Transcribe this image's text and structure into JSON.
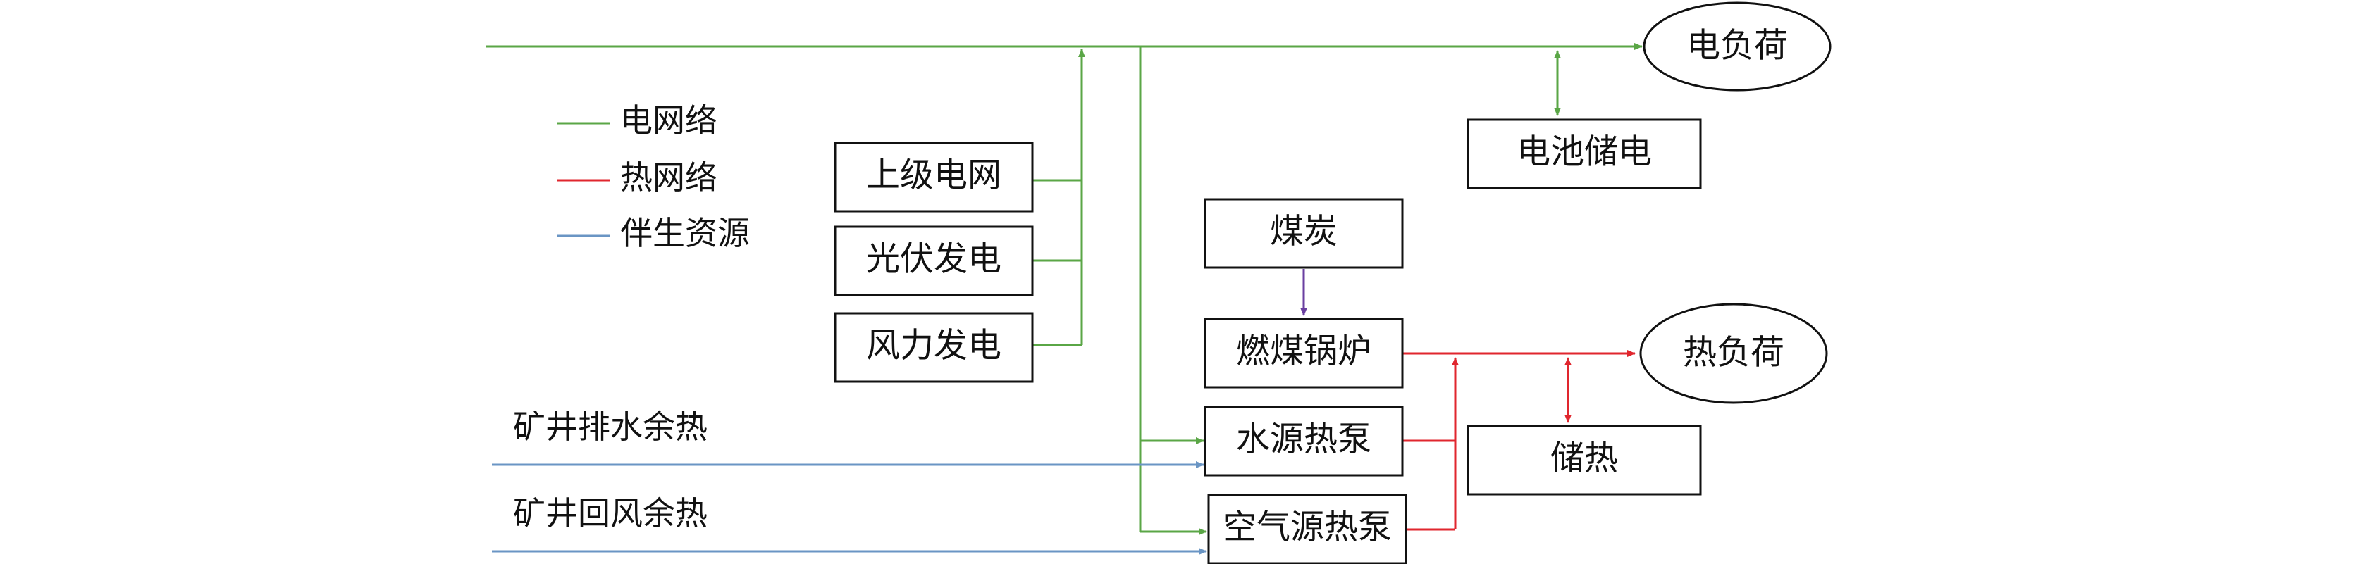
{
  "colors": {
    "electric": "#5aa646",
    "heat": "#e0262e",
    "resource": "#6a95c4",
    "coal": "#6a3fa0",
    "stroke": "#111111"
  },
  "legend": {
    "electric": "电网络",
    "heat": "热网络",
    "resource": "伴生资源"
  },
  "nodes": {
    "grid": "上级电网",
    "pv": "光伏发电",
    "wind": "风力发电",
    "battery": "电池储电",
    "coal": "煤炭",
    "boiler": "燃煤锅炉",
    "water_hp": "水源热泵",
    "air_hp": "空气源热泵",
    "heat_storage": "储热",
    "elec_load": "电负荷",
    "heat_load": "热负荷"
  },
  "inputs": {
    "mine_drain": "矿井排水余热",
    "mine_air": "矿井回风余热"
  }
}
